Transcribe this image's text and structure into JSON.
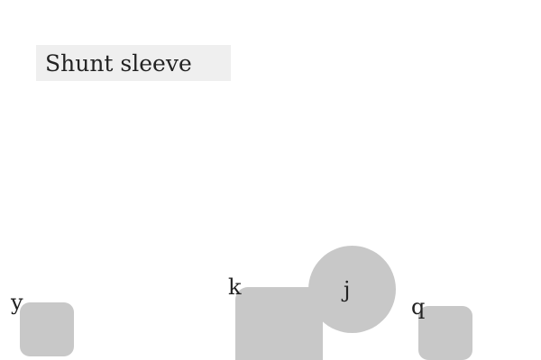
{
  "title": "Shunt sleeve",
  "items": [
    {
      "label": "y",
      "shape": "rounded-square"
    },
    {
      "label": "k",
      "shape": "rounded-square"
    },
    {
      "label": "j",
      "shape": "circle"
    },
    {
      "label": "q",
      "shape": "rounded-square"
    }
  ],
  "colors": {
    "background": "#ffffff",
    "title_box": "#efefef",
    "shape_fill": "#c8c8c8",
    "text": "#222222"
  }
}
